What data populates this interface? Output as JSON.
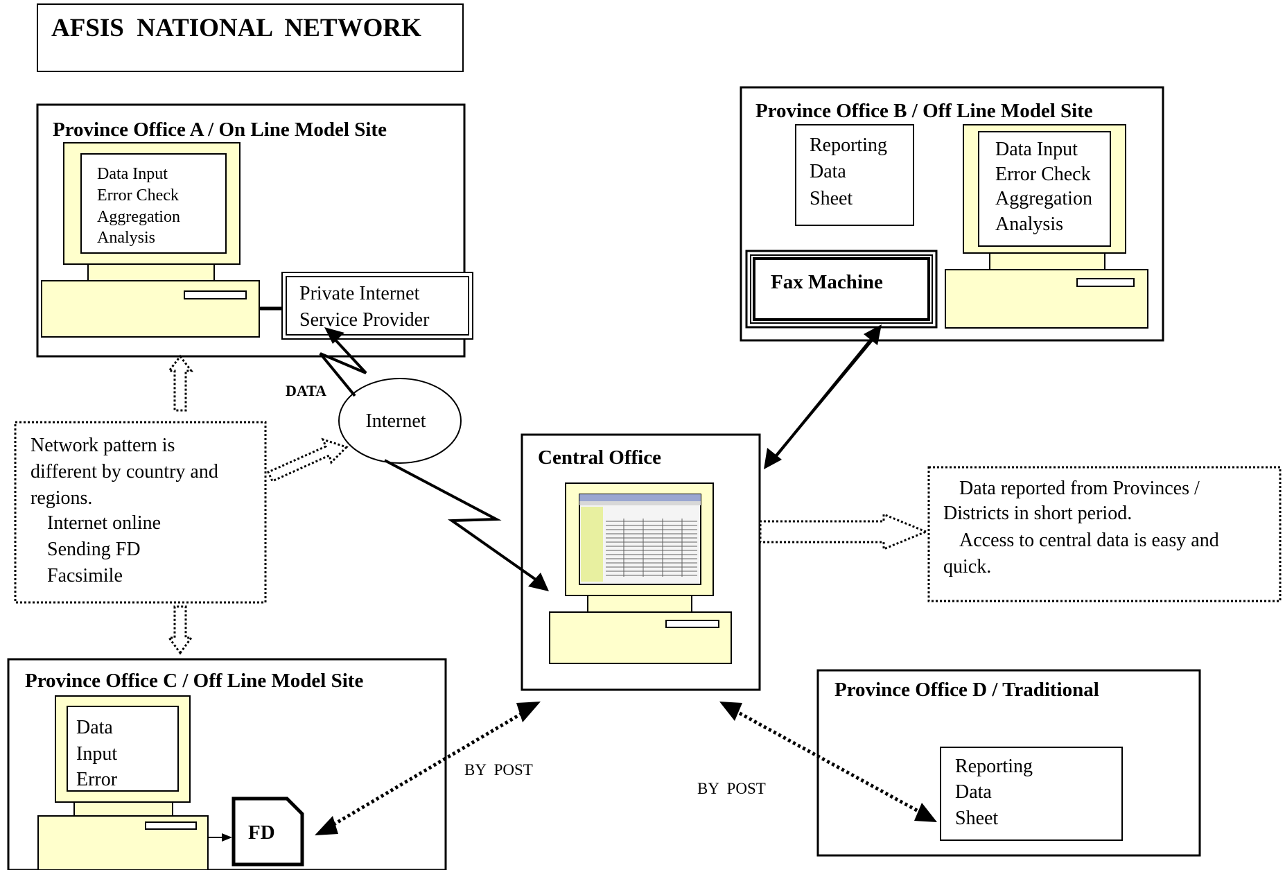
{
  "title": "AFSIS  NATIONAL  NETWORK",
  "colors": {
    "screen_fill": "#ffffcc",
    "line": "#000000",
    "background": "#ffffff"
  },
  "office_a": {
    "title": "Province Office A / On Line Model Site",
    "screen_lines": [
      "Data Input",
      "Error Check",
      "Aggregation",
      "Analysis"
    ],
    "isp_lines": [
      "Private Internet",
      "Service Provider"
    ]
  },
  "office_b": {
    "title": "Province Office B / Off Line Model Site",
    "sheet_lines": [
      "Reporting",
      "Data",
      "Sheet"
    ],
    "screen_lines": [
      "Data Input",
      "Error Check",
      "Aggregation",
      "Analysis"
    ],
    "fax_label": "Fax Machine"
  },
  "office_c": {
    "title": "Province Office C / Off Line Model Site",
    "screen_lines": [
      "Data",
      "Input",
      "Error"
    ],
    "fd_label": "FD"
  },
  "office_d": {
    "title": "Province Office D / Traditional",
    "sheet_lines": [
      "Reporting",
      "Data",
      "Sheet"
    ]
  },
  "central": {
    "title": "Central Office"
  },
  "internet_label": "Internet",
  "data_label": "DATA",
  "post_label_left": "BY  POST",
  "post_label_right": "BY  POST",
  "note_left_lines": [
    "Network pattern is",
    "different by country and",
    "regions.",
    "Internet online",
    "Sending FD",
    "Facsimile"
  ],
  "note_right_lines": [
    "Data reported from Provinces /",
    "Districts in short period.",
    "Access to central data is easy and",
    "quick."
  ]
}
